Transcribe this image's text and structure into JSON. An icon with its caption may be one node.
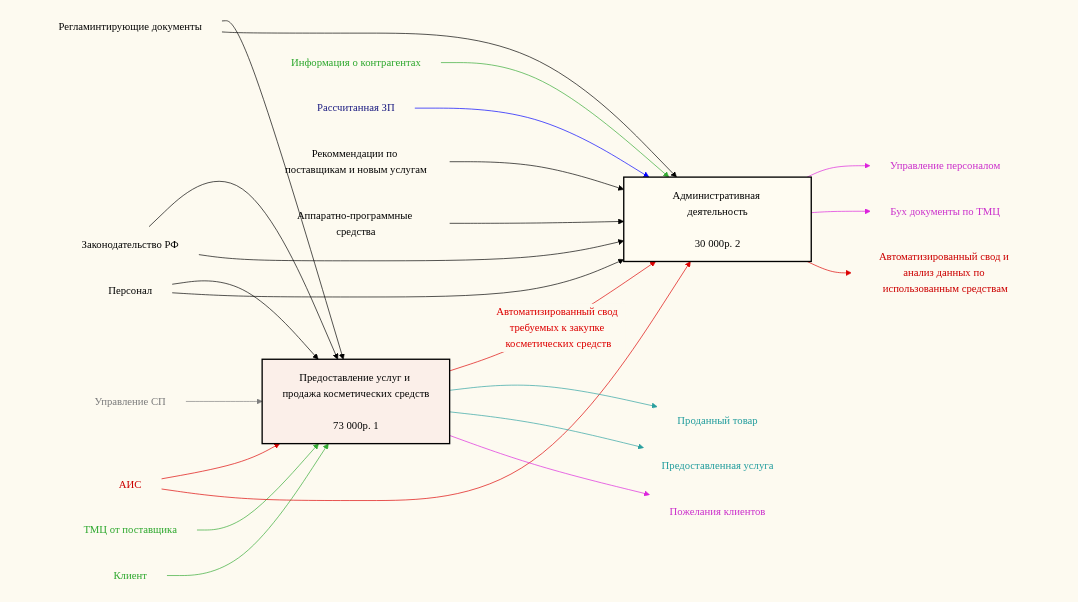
{
  "diagram": {
    "nodes": [
      {
        "text": [
          "Предоставление услуг и продажа косметических средств",
          "73 000р.",
          "1"
        ]
      },
      {
        "text": [
          "Административная деятельность",
          "30 000р.",
          "2"
        ]
      },
      {
        "text": [
          "Регламинтирующие документы"
        ]
      },
      {
        "text": [
          "Законодательство РФ"
        ]
      },
      {
        "text": [
          "Управление СП"
        ]
      },
      {
        "text": [
          "ТМЦ от поставщика"
        ]
      },
      {
        "text": [
          "Клиент"
        ]
      },
      {
        "text": [
          "Информация о контрагентах"
        ]
      },
      {
        "text": [
          "Рассчитанная ЗП"
        ]
      },
      {
        "text": [
          "Рекоммендации по поставщикам и новым услугам"
        ]
      },
      {
        "text": [
          "Персонал"
        ]
      },
      {
        "text": [
          "Аппаратно-программные средства"
        ]
      },
      {
        "text": [
          "АИС"
        ]
      },
      {
        "text": [
          "Проданный товар"
        ]
      },
      {
        "text": [
          "Предоставленная услуга"
        ]
      },
      {
        "text": [
          "Пожелания клиентов"
        ]
      },
      {
        "text": [
          "Управление персоналом"
        ]
      },
      {
        "text": [
          "Бух документы по ТМЦ"
        ]
      },
      {
        "text": [
          "Автоматизированный свод и анализ данных по использованным средствам"
        ]
      }
    ],
    "edges": [
      {
        "from": 2,
        "to": 0,
        "arrow": "to"
      },
      {
        "from": 2,
        "to": 1,
        "arrow": "to"
      },
      {
        "from": 3,
        "to": 0,
        "arrow": "to"
      },
      {
        "from": 3,
        "to": 1,
        "arrow": "to"
      },
      {
        "from": 4,
        "to": 0,
        "arrow": "to",
        "color": "#808080"
      },
      {
        "from": 5,
        "to": 0,
        "arrow": "to",
        "color": "#33aa33"
      },
      {
        "from": 6,
        "to": 0,
        "arrow": "to",
        "color": "#33aa33"
      },
      {
        "from": 7,
        "to": 1,
        "arrow": "to",
        "color": "#33aa33"
      },
      {
        "from": 8,
        "to": 1,
        "arrow": "to",
        "color": "#0000ff"
      },
      {
        "from": 9,
        "to": 1,
        "arrow": "to"
      },
      {
        "from": 10,
        "to": 0,
        "arrow": "to"
      },
      {
        "from": 10,
        "to": 1,
        "arrow": "to"
      },
      {
        "from": 11,
        "to": 1,
        "arrow": "to"
      },
      {
        "from": 12,
        "to": 0,
        "arrow": "to",
        "color": "#dd0000"
      },
      {
        "from": 12,
        "to": 1,
        "arrow": "to",
        "color": "#dd0000"
      },
      {
        "from": 0,
        "to": 1,
        "label": "Автоматизированный свод требуемых к закупке косметических средств",
        "arrow": "to",
        "color": "#dd0000"
      },
      {
        "from": 0,
        "to": 13,
        "arrow": "to",
        "color": "#2aa0a0"
      },
      {
        "from": 0,
        "to": 14,
        "arrow": "to",
        "color": "#2aa0a0"
      },
      {
        "from": 0,
        "to": 15,
        "arrow": "to",
        "color": "#dd22dd"
      },
      {
        "from": 1,
        "to": 16,
        "arrow": "to",
        "color": "#dd22dd"
      },
      {
        "from": 1,
        "to": 17,
        "arrow": "to",
        "color": "#dd22dd"
      },
      {
        "from": 1,
        "to": 18,
        "arrow": "to",
        "color": "#dd0000"
      }
    ]
  }
}
